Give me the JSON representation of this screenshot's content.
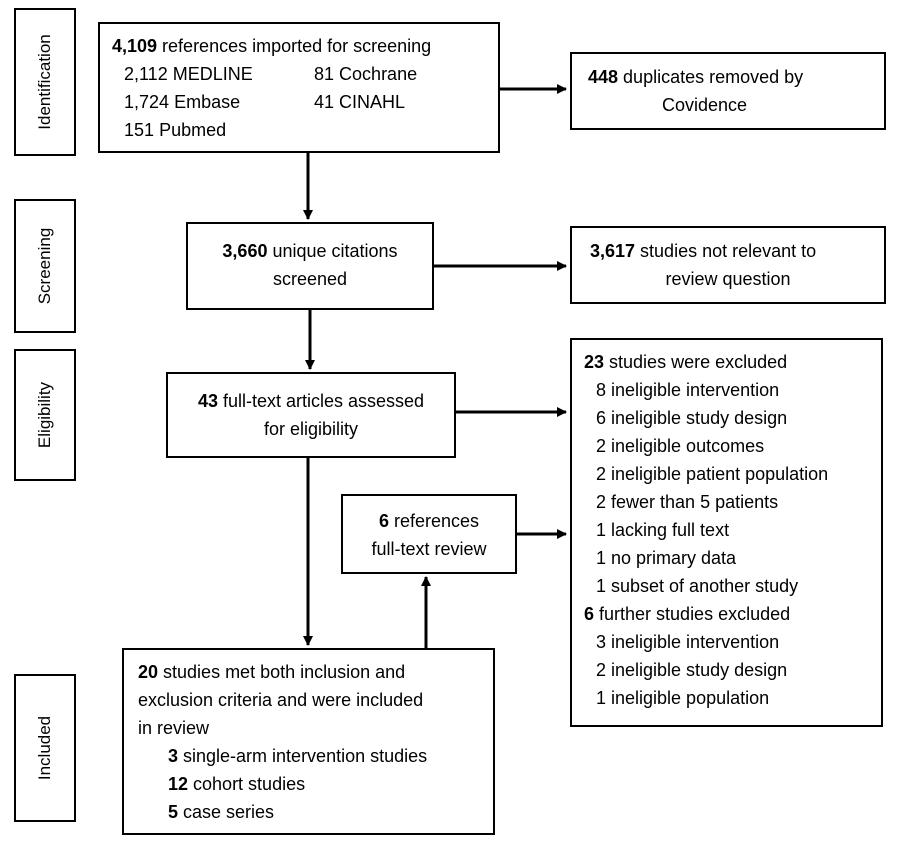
{
  "stages": {
    "identification": "Identification",
    "screening": "Screening",
    "eligibility": "Eligibility",
    "included": "Included"
  },
  "identification": {
    "count": "4,109",
    "text": " references imported for screening",
    "sources": [
      {
        "n": "2,112",
        "name": "MEDLINE"
      },
      {
        "n": "81",
        "name": "Cochrane"
      },
      {
        "n": "1,724",
        "name": "Embase"
      },
      {
        "n": "41",
        "name": "CINAHL"
      },
      {
        "n": "151",
        "name": "Pubmed"
      }
    ]
  },
  "duplicates": {
    "count": "448",
    "text": " duplicates removed by",
    "text2": "Covidence"
  },
  "screening": {
    "count": "3,660",
    "text": " unique citations",
    "text2": "screened"
  },
  "not_relevant": {
    "count": "3,617",
    "text": " studies not relevant to",
    "text2": "review question"
  },
  "eligibility": {
    "count": "43",
    "text": " full-text articles assessed",
    "text2": "for eligibility"
  },
  "references": {
    "count": "6",
    "text": " references",
    "text2": "full-text review"
  },
  "excluded": {
    "count": "23",
    "text": " studies were excluded",
    "reasons": [
      "8 ineligible intervention",
      "6 ineligible study design",
      "2 ineligible outcomes",
      "2 ineligible patient population",
      "2 fewer than 5 patients",
      "1 lacking full text",
      "1 no primary data",
      "1 subset of another study"
    ],
    "further_count": "6",
    "further_text": " further studies excluded",
    "further_reasons": [
      "3 ineligible intervention",
      "2 ineligible study design",
      "1 ineligible population"
    ]
  },
  "included": {
    "count": "20",
    "text": " studies met both inclusion and",
    "text2": "exclusion criteria and were included",
    "text3": "in review",
    "types": [
      {
        "n": "3",
        "label": " single-arm intervention studies"
      },
      {
        "n": "12",
        "label": " cohort studies"
      },
      {
        "n": "5",
        "label": " case series"
      }
    ]
  }
}
